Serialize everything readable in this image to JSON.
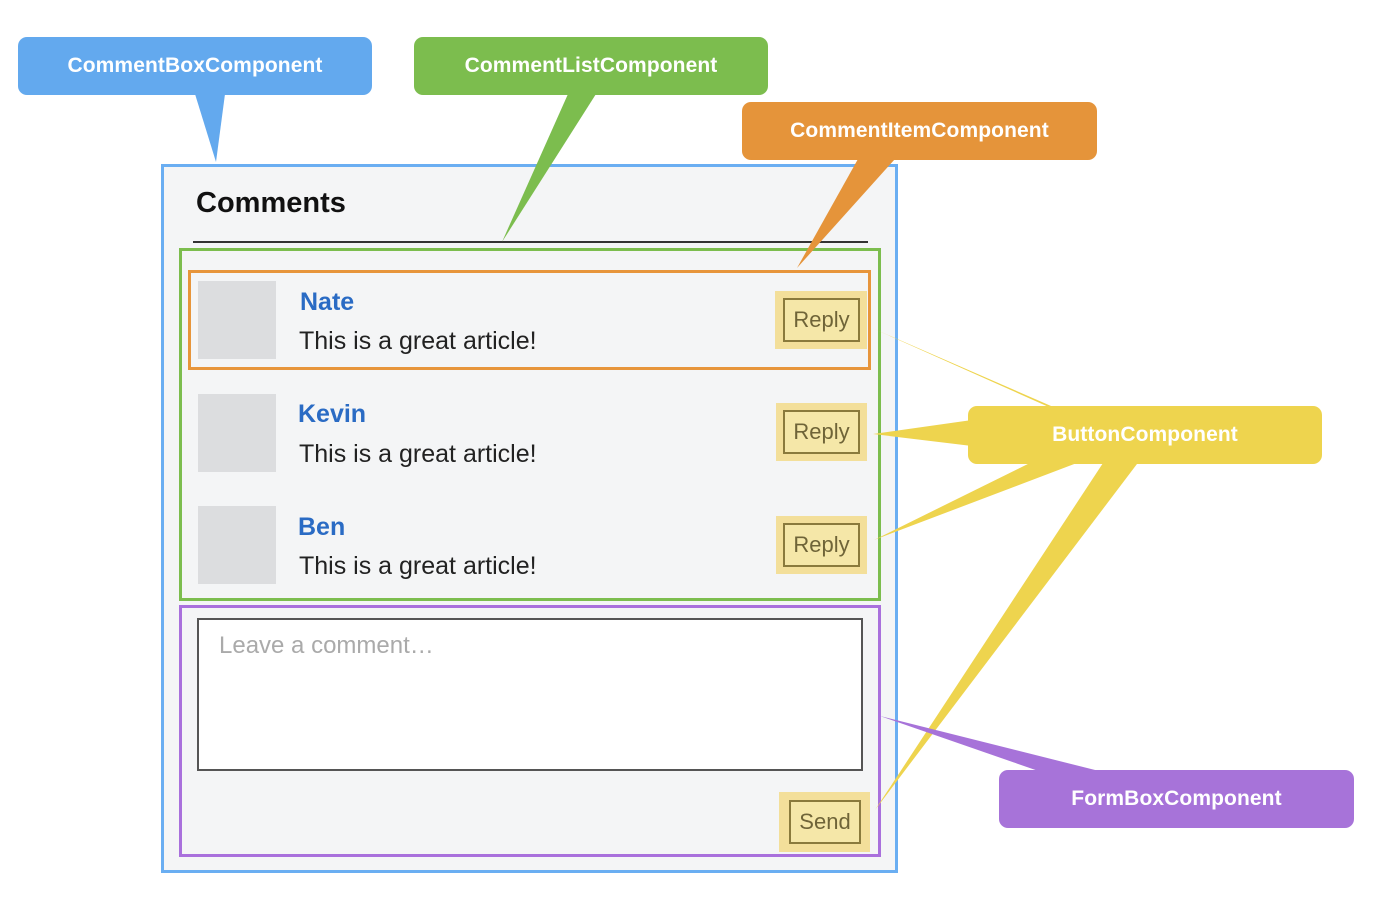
{
  "callouts": {
    "comment_box": "CommentBoxComponent",
    "comment_list": "CommentListComponent",
    "comment_item": "CommentItemComponent",
    "button": "ButtonComponent",
    "form_box": "FormBoxComponent"
  },
  "colors": {
    "comment_box": "#63a9ee",
    "comment_list": "#7cbd4e",
    "comment_item": "#e5943a",
    "button": "#eed44e",
    "form_box": "#a773d9"
  },
  "ui": {
    "title": "Comments",
    "comments": [
      {
        "author": "Nate",
        "text": "This is a great article!",
        "button": "Reply"
      },
      {
        "author": "Kevin",
        "text": "This is a great article!",
        "button": "Reply"
      },
      {
        "author": "Ben",
        "text": "This is a great article!",
        "button": "Reply"
      }
    ],
    "form": {
      "placeholder": "Leave a comment…",
      "send_label": "Send"
    }
  }
}
